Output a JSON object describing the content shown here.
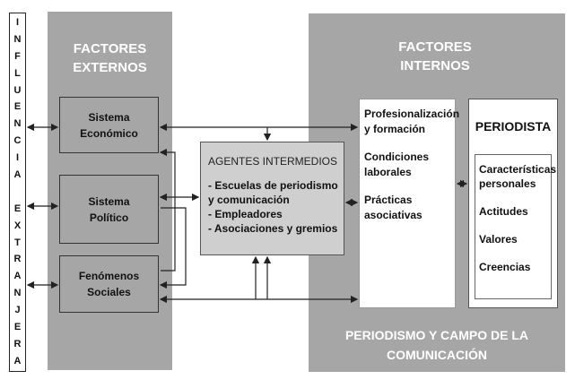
{
  "influence": {
    "letters": [
      "I",
      "N",
      "F",
      "L",
      "U",
      "E",
      "N",
      "C",
      "I",
      "A",
      "",
      "E",
      "X",
      "T",
      "R",
      "A",
      "N",
      "J",
      "E",
      "R",
      "A"
    ]
  },
  "external": {
    "title": "FACTORES\nEXTERNOS",
    "boxes": {
      "economic": "Sistema\nEconómico",
      "political": "Sistema\nPolítico",
      "social": "Fenómenos\nSociales"
    }
  },
  "agents": {
    "title": "AGENTES INTERMEDIOS",
    "items": [
      "- Escuelas de periodismo\ny comunicación",
      "- Empleadores",
      "- Asociaciones y gremios"
    ]
  },
  "internal": {
    "title": "FACTORES\nINTERNOS",
    "items": [
      "Profesionalización\ny formación",
      "Condiciones\nlaborales",
      "Prácticas\nasociativas"
    ],
    "footer": "PERIODISMO Y CAMPO DE LA\nCOMUNICACIÓN"
  },
  "journalist": {
    "title": "PERIODISTA",
    "items": [
      "Características\npersonales",
      "Actitudes",
      "Valores",
      "Creencias"
    ]
  },
  "colors": {
    "panel": "#a6a6a6",
    "agents_fill": "#cfcfcf",
    "line": "#222222"
  }
}
